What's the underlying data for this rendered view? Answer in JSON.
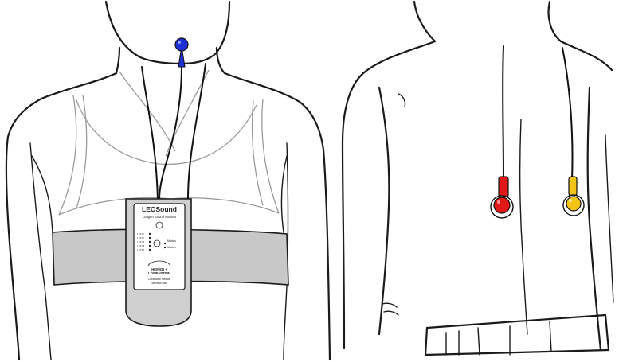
{
  "device": {
    "name": "LEOSound",
    "subtitle": "Lungen Sound Monitor",
    "left_indicators": [
      "LED1",
      "LED2",
      "LED3",
      "LED4",
      "LED5"
    ],
    "right_labels": [
      "Modus",
      "Marker"
    ],
    "brand_line1": "HEINEN +",
    "brand_line2": "LÖWENSTEIN",
    "footer_line1": "Löwenstein Medical",
    "footer_line2": "Wireless data"
  },
  "colors": {
    "background": "#ffffff",
    "sensor_neck": "#1f2fd6",
    "sensor_back_left": "#e01818",
    "sensor_back_right": "#f2c418",
    "belt": "#c8c8c8",
    "device_body": "#cfcfcf",
    "ink": "#1a1a1a"
  },
  "icons": {
    "neck_sensor": "blue-electrode-icon",
    "back_sensor_left": "red-electrode-icon",
    "back_sensor_right": "yellow-electrode-icon"
  }
}
